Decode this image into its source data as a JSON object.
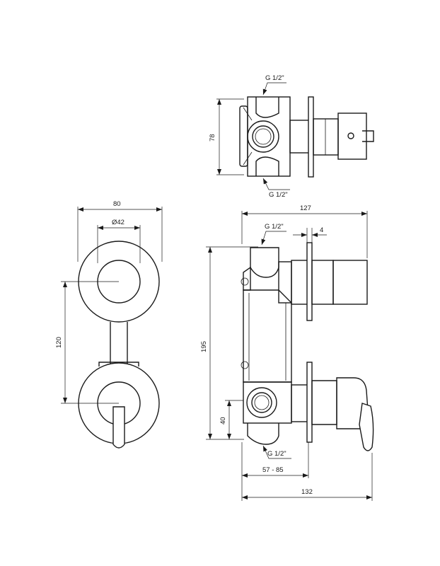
{
  "dimensions": {
    "top_height": "78",
    "top_thread_upper": "G 1/2\"",
    "top_thread_lower": "G 1/2\"",
    "front_width": "80",
    "front_diameter": "Ø42",
    "front_spacing": "120",
    "side_depth": "127",
    "side_thread_upper": "G 1/2\"",
    "side_plate": "4",
    "side_height": "195",
    "side_offset": "40",
    "side_thread_lower": "G 1/2\"",
    "side_adjust": "57 - 85",
    "side_total": "132"
  }
}
